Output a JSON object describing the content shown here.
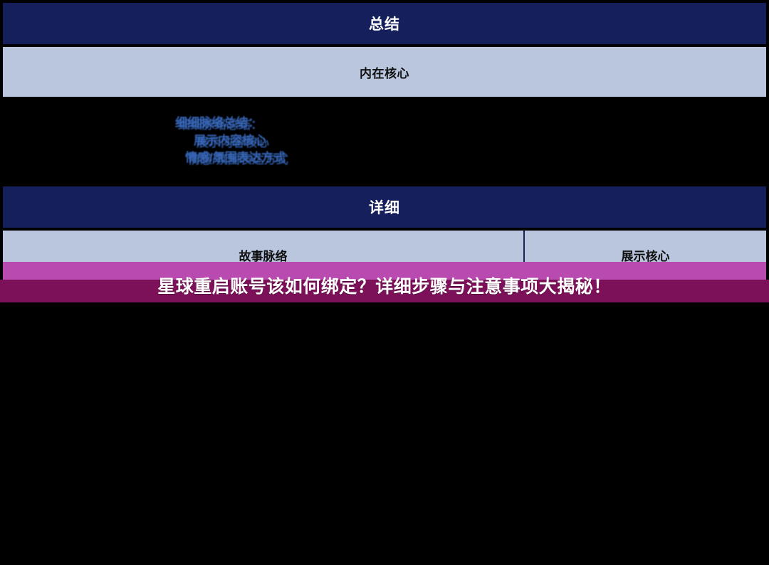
{
  "summary": {
    "header_label": "总结",
    "subheader_label": "内在核心",
    "note": {
      "line1": "细细脉络总结：",
      "line2": "展示内容核心",
      "line3": "情感/氛围表达方式"
    }
  },
  "detail": {
    "header_label": "详细",
    "columns": [
      {
        "label": "故事脉络"
      },
      {
        "label": "展示核心"
      }
    ]
  },
  "banner": {
    "title": "星球重启账号该如何绑定？详细步骤与注意事项大揭秘！"
  },
  "colors": {
    "header_navy": "#141f5c",
    "subheader_blue": "#b9c6de",
    "note_blue": "#3a6bc0",
    "banner_light": "#b94bb0",
    "banner_dark": "#7c1059",
    "background": "#000000",
    "text_light": "#ffffff",
    "text_dark": "#101010"
  }
}
